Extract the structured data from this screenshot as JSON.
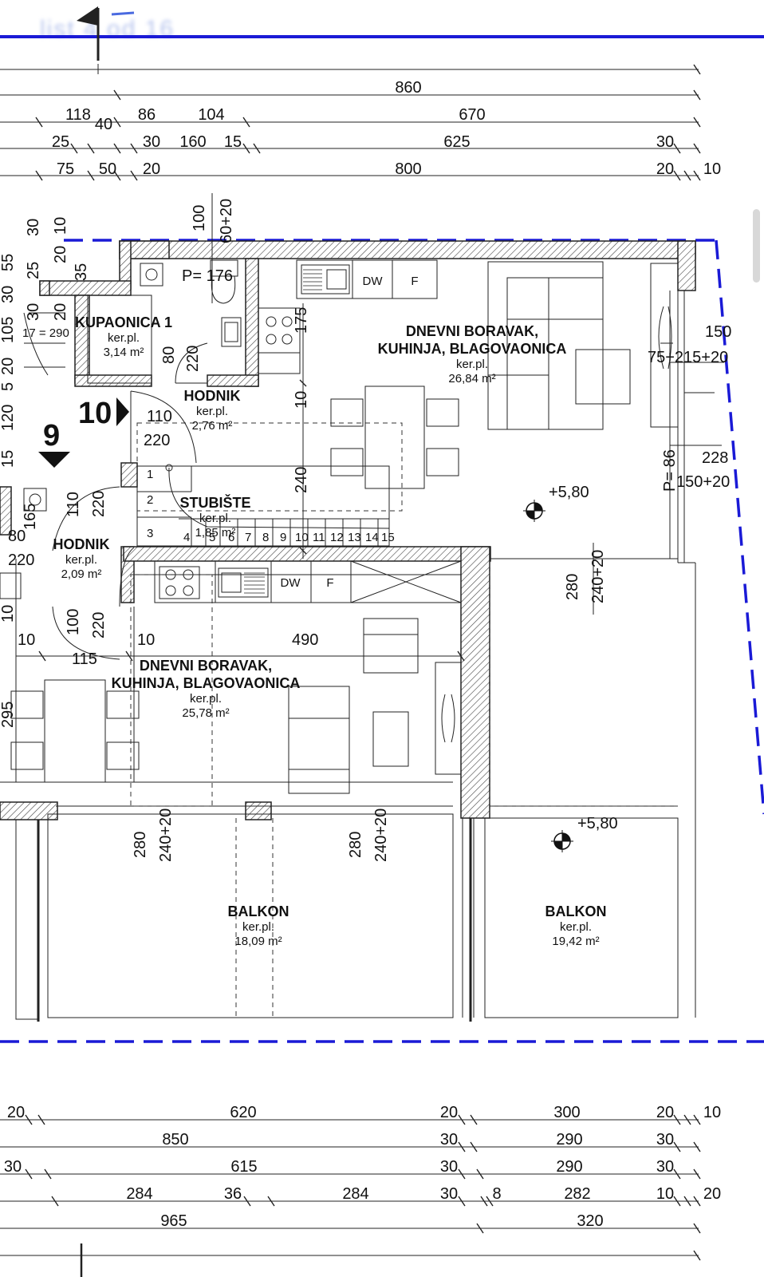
{
  "header": {
    "page_indicator": "list 4 od 16"
  },
  "top_dims": {
    "row1": [
      "860"
    ],
    "row2": [
      "118",
      "40",
      "86",
      "104",
      "670"
    ],
    "row3": [
      "25",
      "30",
      "160",
      "15",
      "625",
      "30"
    ],
    "row4": [
      "75",
      "50",
      "20",
      "800",
      "20",
      "10"
    ]
  },
  "bottom_dims": {
    "row1": [
      "20",
      "620",
      "20",
      "300",
      "20",
      "10"
    ],
    "row2": [
      "850",
      "30",
      "290",
      "30"
    ],
    "row3": [
      "30",
      "615",
      "30",
      "290",
      "30"
    ],
    "row4": [
      "284",
      "36",
      "284",
      "30",
      "8",
      "282",
      "10",
      "20"
    ],
    "row5": [
      "965",
      "320"
    ]
  },
  "left_dims": [
    "55",
    "30",
    "105",
    "20",
    "5",
    "120",
    "15",
    "165",
    "10",
    "295",
    "30",
    "25",
    "30",
    "20",
    "10",
    "20",
    "35"
  ],
  "rooms": {
    "kupaonica": {
      "name": "KUPAONICA 1",
      "floor": "ker.pl.",
      "area": "3,14 m²"
    },
    "hodnik_top": {
      "name": "HODNIK",
      "floor": "ker.pl.",
      "area": "2,76 m²"
    },
    "dnevni_top": {
      "name1": "DNEVNI BORAVAK,",
      "name2": "KUHINJA, BLAGOVAONICA",
      "floor": "ker.pl.",
      "area": "26,84 m²"
    },
    "stubiste": {
      "name": "STUBIŠTE",
      "floor": "ker.pl.",
      "area": "1,85 m²"
    },
    "hodnik_left": {
      "name": "HODNIK",
      "floor": "ker.pl.",
      "area": "2,09 m²"
    },
    "dnevni_bottom": {
      "name1": "DNEVNI BORAVAK,",
      "name2": "KUHINJA, BLAGOVAONICA",
      "floor": "ker.pl.",
      "area": "25,78 m²"
    },
    "balkon_left": {
      "name": "BALKON",
      "floor": "ker.pl.",
      "area": "18,09 m²"
    },
    "balkon_right": {
      "name": "BALKON",
      "floor": "ker.pl.",
      "area": "19,42 m²"
    }
  },
  "inner_dims": {
    "d100": "100",
    "d60_20": "60+20",
    "p176": "P= 176",
    "d175": "175",
    "d80": "80",
    "d220a": "220",
    "d10a": "10",
    "d110a": "110",
    "d220b": "220",
    "d240": "240",
    "d150": "150",
    "d75_215_20": "75+215+20",
    "p86": "P= 86",
    "d228": "228",
    "d150_20": "150+20",
    "d280a": "280",
    "d240_20a": "240+20",
    "d110b": "110",
    "d220c": "220",
    "d80b": "80",
    "d220d": "220",
    "d100b": "100",
    "d220e": "220",
    "d10b": "10",
    "d115": "115",
    "d10c": "10",
    "d490": "490",
    "d280b": "280",
    "d240_20b": "240+20",
    "d280c": "280",
    "d240_20c": "240+20",
    "stair_hint": "17 = 290"
  },
  "appliances": {
    "dw": "DW",
    "f": "F"
  },
  "stairs": [
    "1",
    "2",
    "3",
    "4",
    "5",
    "6",
    "7",
    "8",
    "9",
    "10",
    "11",
    "12",
    "13",
    "14",
    "15"
  ],
  "levels": {
    "level_top": "+5,80",
    "level_bottom": "+5,80"
  },
  "section_marks": {
    "mark9": "9",
    "mark10": "10"
  }
}
